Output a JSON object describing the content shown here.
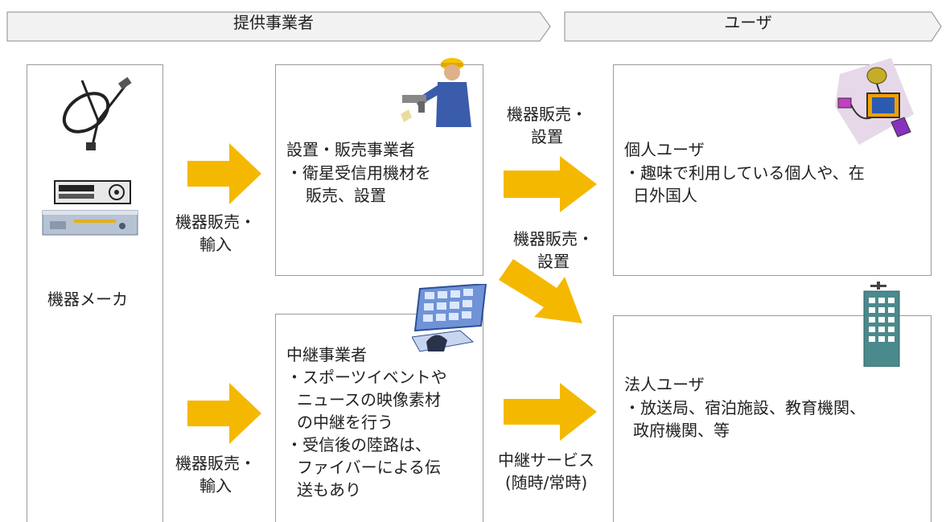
{
  "header": {
    "provider_label": "提供事業者",
    "user_label": "ユーザ"
  },
  "manufacturer": {
    "label": "機器メーカ"
  },
  "flows": {
    "sales_import_top": [
      "機器販売・",
      "輸入"
    ],
    "sales_import_bottom": [
      "機器販売・",
      "輸入"
    ],
    "sales_install_top": [
      "機器販売・",
      "設置"
    ],
    "sales_install_mid": [
      "機器販売・",
      "設置"
    ],
    "relay_service": [
      "中継サービス",
      "(随時/常時)"
    ]
  },
  "installer": {
    "title": "設置・販売事業者",
    "bullets": [
      "・衛星受信用機材を",
      "販売、設置"
    ]
  },
  "relay": {
    "title": "中継事業者",
    "bullets": [
      "・スポーツイベントや",
      "ニュースの映像素材",
      "の中継を行う",
      "・受信後の陸路は、",
      "ファイバーによる伝",
      "送もあり"
    ]
  },
  "personal_user": {
    "title": "個人ユーザ",
    "bullets": [
      "・趣味で利用している個人や、在",
      "日外国人"
    ]
  },
  "corporate_user": {
    "title": "法人ユーザ",
    "bullets": [
      "・放送局、宿泊施設、教育機関、",
      "政府機関、等"
    ]
  },
  "icons": {
    "manufacturer": [
      "satellite-dish-icon",
      "video-recorder-icon",
      "receiver-unit-icon"
    ],
    "installer": "worker-with-drill-icon",
    "relay": "control-room-monitors-icon",
    "personal": "home-satellite-tv-icon",
    "corporate": "office-building-icon"
  },
  "colors": {
    "arrow_fill": "#f5b800",
    "header_fill": "#f2f2f2",
    "border": "#9a9a9a"
  }
}
